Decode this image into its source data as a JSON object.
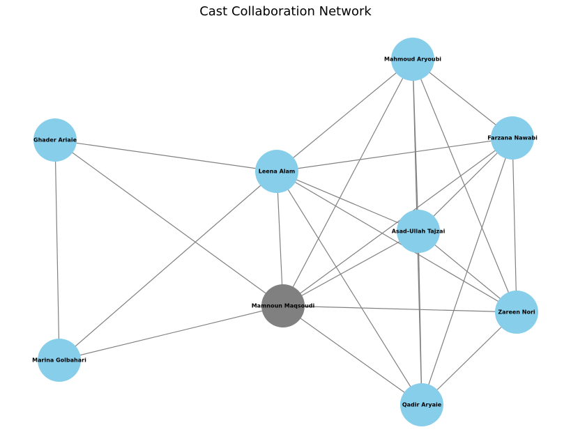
{
  "title": "Cast Collaboration Network",
  "colors": {
    "node_default": "#87CEEB",
    "node_highlight": "#808080",
    "edge": "#808080"
  },
  "nodes": [
    {
      "id": "mahmoud",
      "label": "Mahmoud Aryoubi",
      "highlight": false
    },
    {
      "id": "farzana",
      "label": "Farzana Nawabi",
      "highlight": false
    },
    {
      "id": "ghader",
      "label": "Ghader Ariaie",
      "highlight": false
    },
    {
      "id": "leena",
      "label": "Leena Alam",
      "highlight": false
    },
    {
      "id": "asad",
      "label": "Asad-Ullah Tajzai",
      "highlight": false
    },
    {
      "id": "mamnoun",
      "label": "Mamnoun Maqsoudi",
      "highlight": true
    },
    {
      "id": "zareen",
      "label": "Zareen Nori",
      "highlight": false
    },
    {
      "id": "marina",
      "label": "Marina Golbahari",
      "highlight": false
    },
    {
      "id": "qadir",
      "label": "Qadir Aryaie",
      "highlight": false
    }
  ],
  "edges": [
    [
      "ghader",
      "leena"
    ],
    [
      "ghader",
      "mamnoun"
    ],
    [
      "ghader",
      "marina"
    ],
    [
      "leena",
      "mahmoud"
    ],
    [
      "leena",
      "farzana"
    ],
    [
      "leena",
      "asad"
    ],
    [
      "leena",
      "zareen"
    ],
    [
      "leena",
      "mamnoun"
    ],
    [
      "leena",
      "marina"
    ],
    [
      "leena",
      "qadir"
    ],
    [
      "mahmoud",
      "farzana"
    ],
    [
      "mahmoud",
      "asad"
    ],
    [
      "mahmoud",
      "mamnoun"
    ],
    [
      "mahmoud",
      "zareen"
    ],
    [
      "mahmoud",
      "qadir"
    ],
    [
      "farzana",
      "asad"
    ],
    [
      "farzana",
      "mamnoun"
    ],
    [
      "farzana",
      "zareen"
    ],
    [
      "farzana",
      "qadir"
    ],
    [
      "asad",
      "mamnoun"
    ],
    [
      "asad",
      "zareen"
    ],
    [
      "asad",
      "qadir"
    ],
    [
      "mamnoun",
      "zareen"
    ],
    [
      "mamnoun",
      "marina"
    ],
    [
      "mamnoun",
      "qadir"
    ],
    [
      "zareen",
      "qadir"
    ]
  ]
}
